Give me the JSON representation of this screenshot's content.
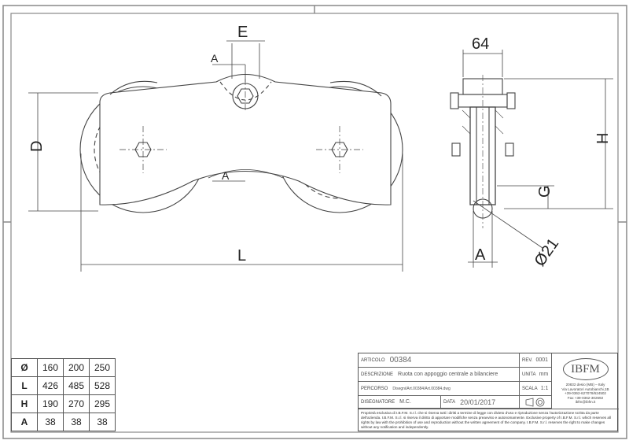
{
  "drawing": {
    "labels": {
      "E": "E",
      "A_top": "A",
      "A_mid": "A",
      "D": "D",
      "L": "L",
      "w64": "64",
      "H": "H",
      "G": "G",
      "A_side": "A",
      "dia": "Ø21"
    }
  },
  "dim_table": {
    "rows": [
      {
        "label": "Ø",
        "values": [
          "160",
          "200",
          "250"
        ]
      },
      {
        "label": "L",
        "values": [
          "426",
          "485",
          "528"
        ]
      },
      {
        "label": "H",
        "values": [
          "190",
          "270",
          "295"
        ]
      },
      {
        "label": "A",
        "values": [
          "38",
          "38",
          "38"
        ]
      }
    ]
  },
  "title_block": {
    "articolo_label": "ARTICOLO",
    "articolo": "00384",
    "descrizione_label": "DESCRIZIONE",
    "descrizione": "Ruota con appoggio centrale a bilanciere",
    "percorso_label": "PERCORSO",
    "percorso": "Disegni/Art.00384/Art.00384.dwg",
    "disegnatore_label": "DISEGNATORE",
    "disegnatore": "M.C.",
    "data_label": "DATA",
    "data": "20/01/2017",
    "rev_label": "REV.",
    "rev": "0001",
    "unita_label": "UNITA",
    "unita": "mm",
    "scala_label": "SCALA",
    "scala": "1:1",
    "logo": "IBFM",
    "address": [
      "20832 desio (MB) – Italy",
      "Via Lavoratori Autobianchi,1B",
      "+39-0362-627078/624502",
      "Fax +39-0362-302692",
      "ibfm@ibfm.it"
    ],
    "notice": "Proprietà esclusiva di I.B.F.M. S.r.l. che si riserva tutti i diritti a termine di legge con divieto d'uso e riproduzione senza l'autorizzazione scritta da parte dell'azienda. I.B.F.M. S.r.l. si riserva il diritto di apportare modifiche senza preavviso e autonomamente. Exclusive property of I.B.F.M. S.r.l. which reserves all rights by law with the prohibition of use and reproduction without the written agreement of the company. I.B.F.M. S.r.l. reserves the right to make changes without any notification and independently."
  }
}
